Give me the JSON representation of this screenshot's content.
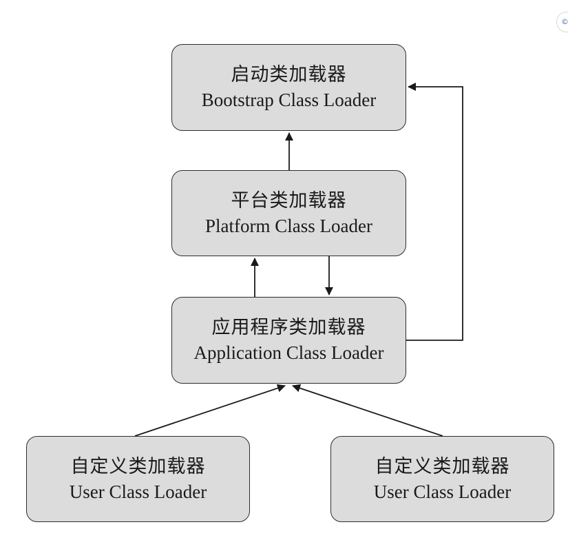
{
  "diagram": {
    "nodes": {
      "bootstrap": {
        "title_zh": "启动类加载器",
        "title_en": "Bootstrap Class Loader"
      },
      "platform": {
        "title_zh": "平台类加载器",
        "title_en": "Platform Class Loader"
      },
      "application": {
        "title_zh": "应用程序类加载器",
        "title_en": "Application Class Loader"
      },
      "user_left": {
        "title_zh": "自定义类加载器",
        "title_en": "User Class Loader"
      },
      "user_right": {
        "title_zh": "自定义类加载器",
        "title_en": "User Class Loader"
      }
    },
    "edges": [
      {
        "from": "platform",
        "to": "bootstrap"
      },
      {
        "from": "application",
        "to": "platform"
      },
      {
        "from": "platform",
        "to": "application"
      },
      {
        "from": "application",
        "to": "bootstrap"
      },
      {
        "from": "user_left",
        "to": "application"
      },
      {
        "from": "user_right",
        "to": "application"
      }
    ],
    "colors": {
      "node_fill": "#dcdcdc",
      "node_border": "#2b2b2b",
      "edge": "#1a1a1a"
    }
  },
  "corner_badge": {
    "icon": "circle-badge-icon",
    "glyph": "©"
  }
}
